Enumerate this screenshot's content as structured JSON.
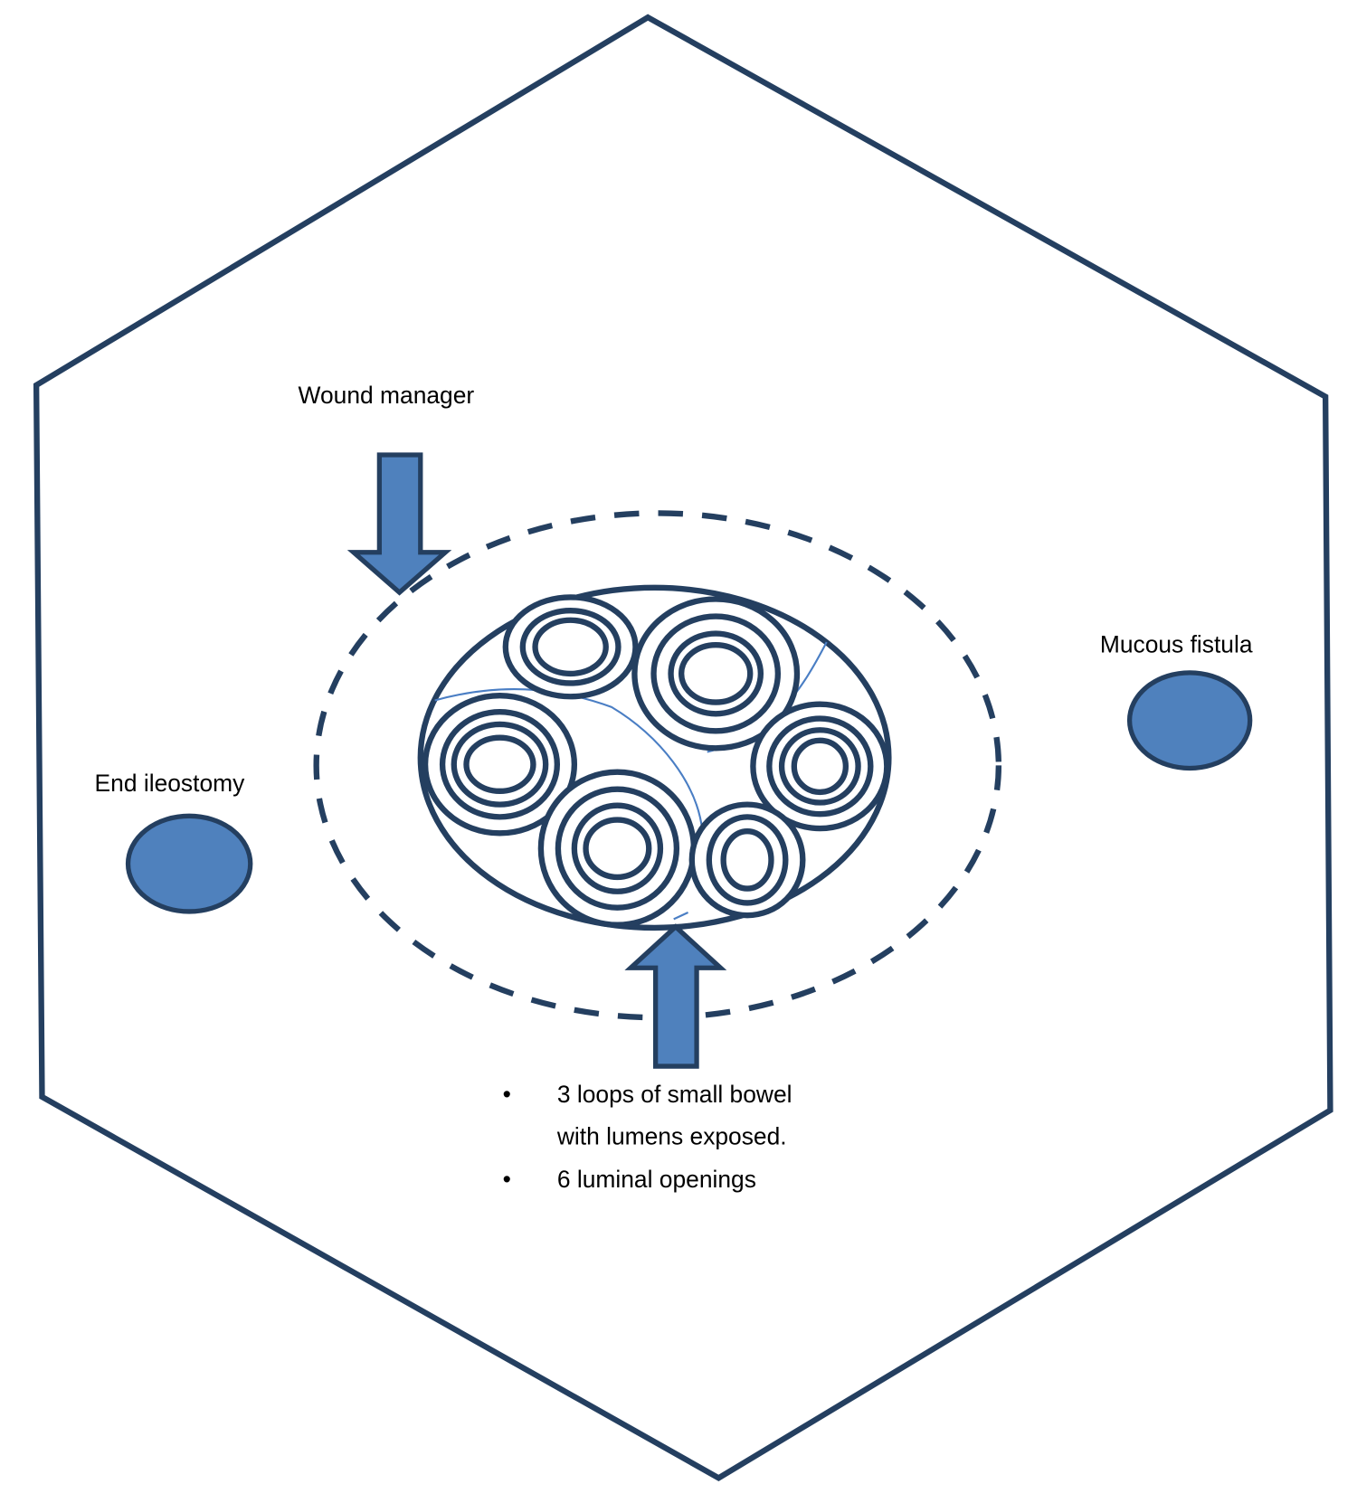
{
  "colors": {
    "outline": "#243F60",
    "fill": "#4F81BD",
    "thin_line": "#4A7EC4"
  },
  "labels": {
    "wound_manager": "Wound manager",
    "end_ileostomy": "End ileostomy",
    "mucous_fistula": "Mucous fistula"
  },
  "notes": [
    {
      "bullet": "•",
      "lines": [
        "3 loops of small bowel",
        "with lumens exposed."
      ]
    },
    {
      "bullet": "•",
      "lines": [
        "6 luminal openings"
      ]
    }
  ]
}
